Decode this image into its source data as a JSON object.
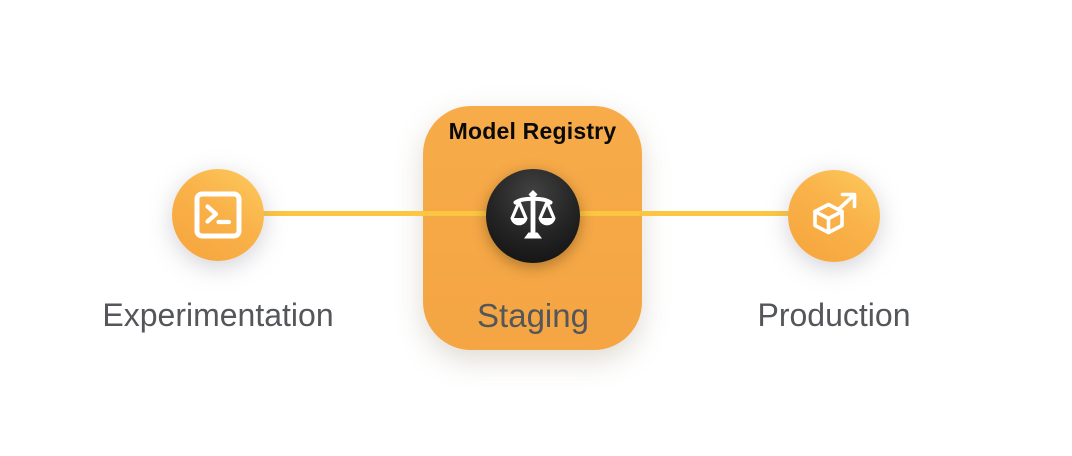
{
  "diagram": {
    "title": "Model Registry",
    "nodes": [
      {
        "id": "experimentation",
        "label": "Experimentation",
        "icon": "terminal-icon"
      },
      {
        "id": "staging",
        "label": "Staging",
        "icon": "scales-icon"
      },
      {
        "id": "production",
        "label": "Production",
        "icon": "cube-arrow-icon"
      }
    ],
    "colors": {
      "background": "#FFFFFF",
      "connector": "#FDC640",
      "node_gradient_light": "#FDCB5E",
      "node_gradient_dark": "#F6A43C",
      "registry_box": "#F6A845",
      "dark_circle_center": "#424242",
      "dark_circle_edge": "#0E0E0E",
      "label_gray": "#54565A",
      "title_black": "#0A0A0A",
      "icon_white": "#FFFFFF"
    }
  }
}
